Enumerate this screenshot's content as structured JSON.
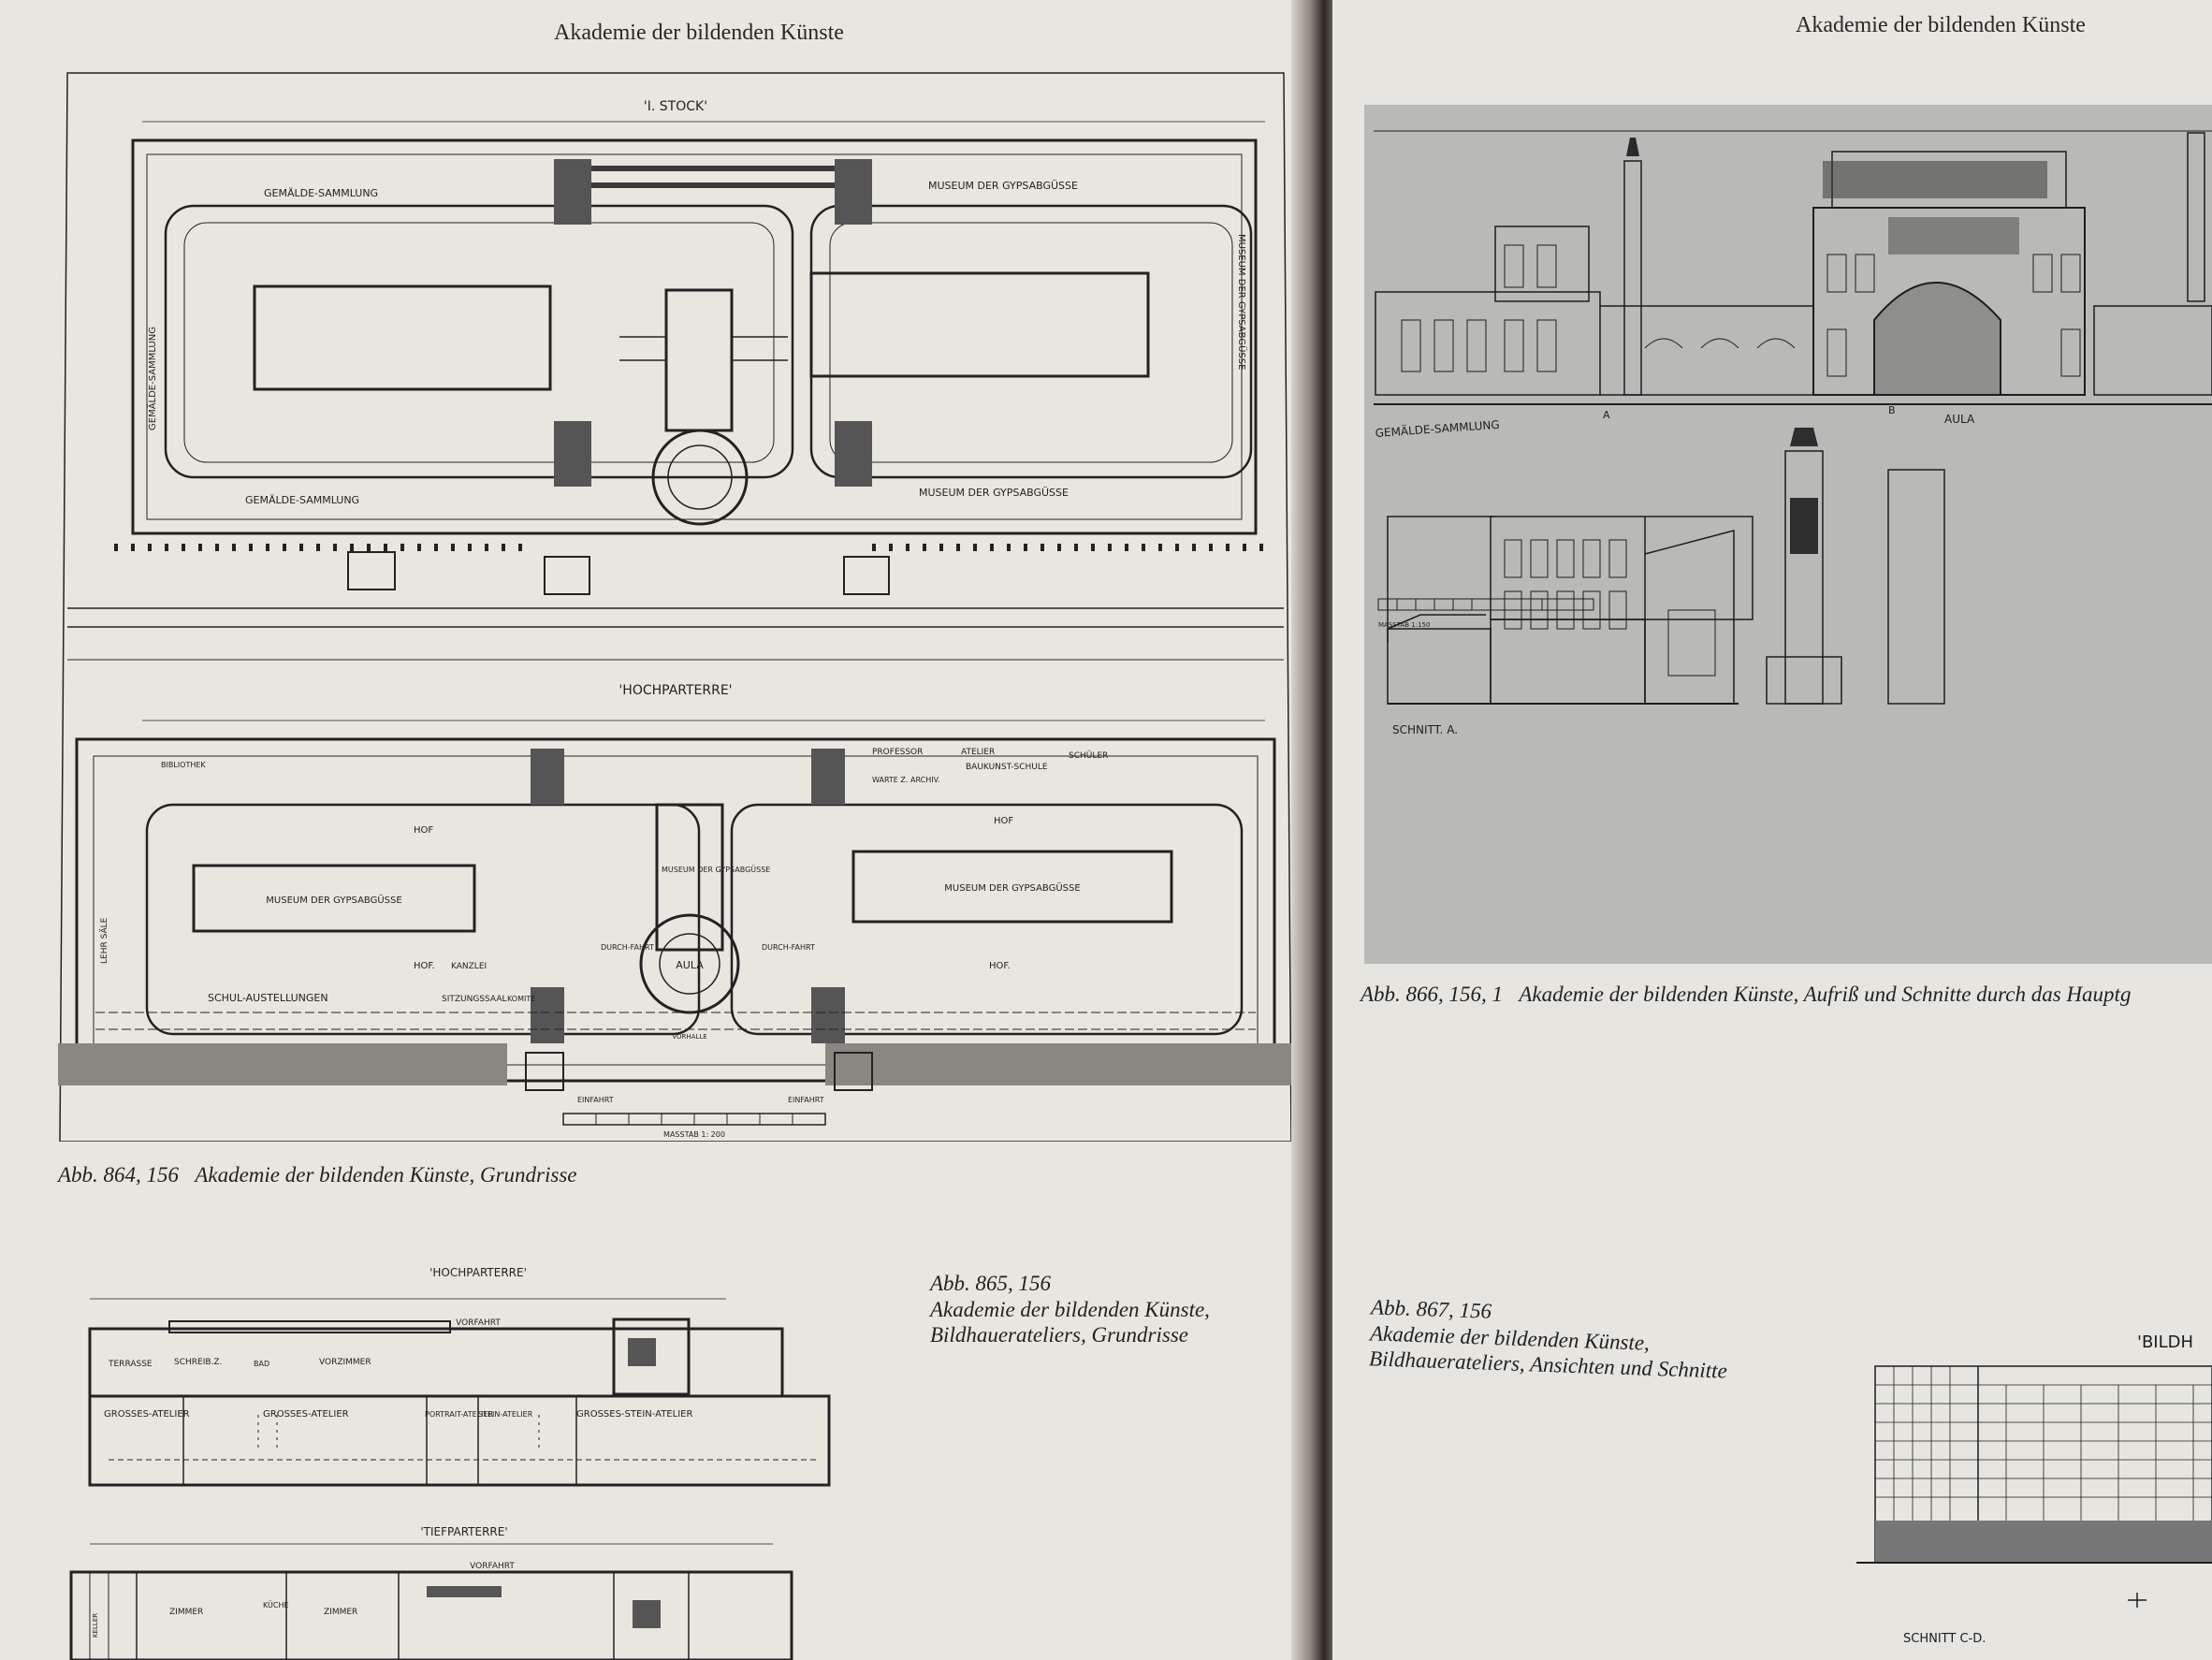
{
  "left_page": {
    "running_head": "Akademie der bildenden Künste",
    "fig864": {
      "caption_num": "Abb. 864, 156",
      "caption_text": "Akademie der bildenden Künste, Grundrisse",
      "upper_title": "'I. STOCK'",
      "lower_title": "'HOCHPARTERRE'",
      "labels": {
        "gemaelde_top": "GEMÄLDE-SAMMLUNG",
        "gemaelde_bottom": "GEMÄLDE-SAMMLUNG",
        "gemaelde_side": "GEMÄLDE-SAMMLUNG",
        "museum_top": "MUSEUM DER GYPSABGÜSSE",
        "museum_bottom": "MUSEUM DER GYPSABGÜSSE",
        "museum_side": "MUSEUM DER GYPSABGÜSSE",
        "professor": "PROFESSOR",
        "atelier": "ATELIER",
        "schueler": "SCHÜLER",
        "baukunst": "BAUKUNST-SCHULE",
        "bibliothek": "BIBLIOTHEK",
        "warte_archiv": "WARTE Z. ARCHIV.",
        "hof": "HOF",
        "hof2": "HOF.",
        "museum_left": "MUSEUM DER GYPSABGÜSSE",
        "museum_right": "MUSEUM DER GYPSABGÜSSE",
        "museum_center": "MUSEUM DER GYPSABGÜSSE",
        "aula": "AULA",
        "schul_ausstellungen": "SCHUL-AUSTELLUNGEN",
        "sitzungssaal": "SITZUNGSSAAL",
        "kanzlei": "KANZLEI",
        "komitee": "KOMITÉ",
        "lehrsaele": "LEHR SÄLE",
        "durchfahrt": "DURCH-FAHRT",
        "einfahrt": "EINFAHRT",
        "vorhalle": "VORHALLE",
        "masstab": "MASSTAB 1: 200"
      }
    },
    "fig865": {
      "caption_num": "Abb. 865, 156",
      "caption_line1": "Akademie der bildenden Künste,",
      "caption_line2": "Bildhauerateliers, Grundrisse",
      "upper_title": "'HOCHPARTERRE'",
      "lower_title": "'TIEFPARTERRE'",
      "labels": {
        "terrasse": "TERRASSE",
        "schreibz": "SCHREIB.Z.",
        "bad": "BAD",
        "vorzimmer": "VORZIMMER",
        "vorfahrt": "VORFAHRT",
        "grosses_atelier_1": "GROSSES-ATELIER",
        "grosses_atelier_2": "GROSSES-ATELIER",
        "portrait_atelier": "PORTRAIT-ATELIER",
        "stein_atelier": "STEIN-ATELIER",
        "grosses_stein_atelier": "GROSSES-STEIN-ATELIER",
        "zimmer1": "ZIMMER",
        "kueche": "KÜCHE",
        "zimmer2": "ZIMMER",
        "keller": "KELLER"
      }
    }
  },
  "right_page": {
    "running_head": "Akademie der bildenden Künste",
    "fig866": {
      "caption_num": "Abb. 866, 156, 1",
      "caption_text": "Akademie der bildenden Künste, Aufriß und Schnitte durch das Hauptg",
      "labels": {
        "gemaelde": "GEMÄLDE-SAMMLUNG",
        "aula": "AULA",
        "schnitt_a": "SCHNITT. A.",
        "marker_a": "A",
        "marker_b": "B",
        "masstab": "MASSTAB 1:150"
      }
    },
    "fig867": {
      "caption_num": "Abb. 867, 156",
      "caption_line1": "Akademie der bildenden Künste,",
      "caption_line2": "Bildhauerateliers, Ansichten und Schnitte",
      "title_fragment": "'BILDH",
      "schnitt_cd": "SCHNITT C-D."
    }
  }
}
